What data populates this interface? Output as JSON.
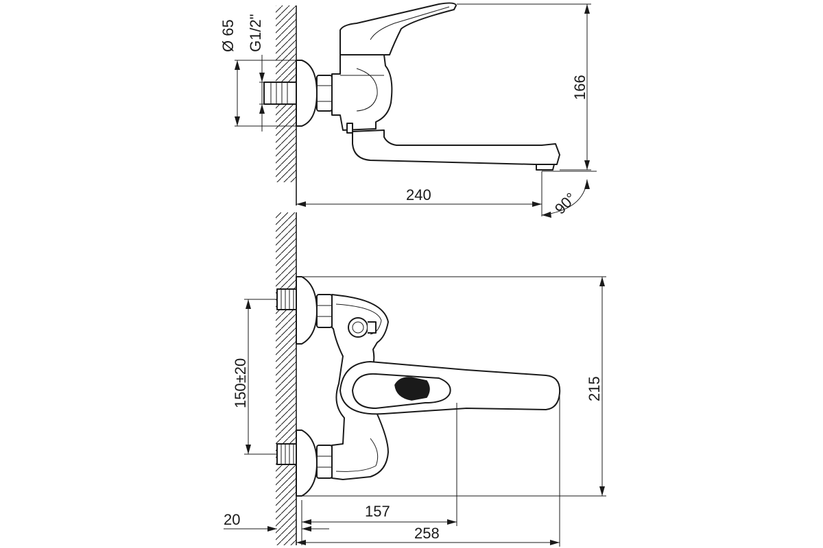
{
  "drawing": {
    "side_view": {
      "diameter_label": "Ø 65",
      "thread_label": "G1/2\"",
      "height_label": "166",
      "reach_label": "240",
      "angle_label": "90°"
    },
    "front_view": {
      "spacing_label": "150±20",
      "height_label": "215",
      "handle_reach_label": "157",
      "total_length_label": "258",
      "offset_label": "20"
    }
  }
}
